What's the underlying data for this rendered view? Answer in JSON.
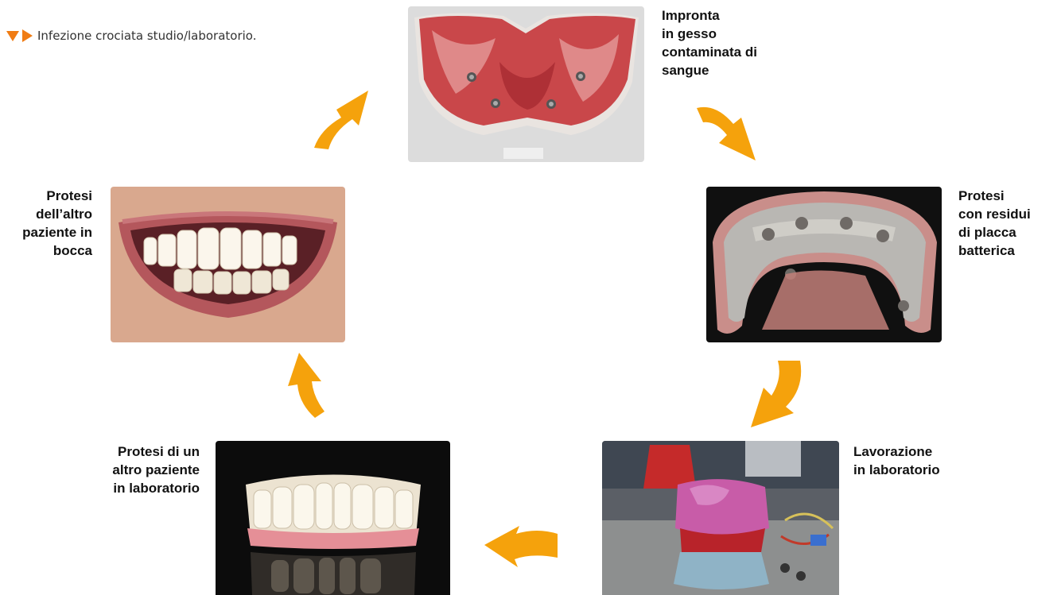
{
  "legend": {
    "text": "Infezione crociata studio/laboratorio."
  },
  "nodes": [
    {
      "id": "top",
      "lines": [
        "Impronta",
        "in gesso",
        "contaminata di",
        "sangue"
      ]
    },
    {
      "id": "right",
      "lines": [
        "Protesi",
        "con residui",
        "di placca",
        "batterica"
      ]
    },
    {
      "id": "bottom-right",
      "lines": [
        "Lavorazione",
        "in laboratorio"
      ]
    },
    {
      "id": "bottom-left",
      "lines": [
        "Protesi di un",
        "altro paziente",
        "in laboratorio"
      ]
    },
    {
      "id": "left",
      "lines": [
        "Protesi",
        "dell’altro",
        "paziente in",
        "bocca"
      ]
    }
  ],
  "colors": {
    "arrow": "#f5a20c",
    "legend_marker": "#f07c14"
  }
}
